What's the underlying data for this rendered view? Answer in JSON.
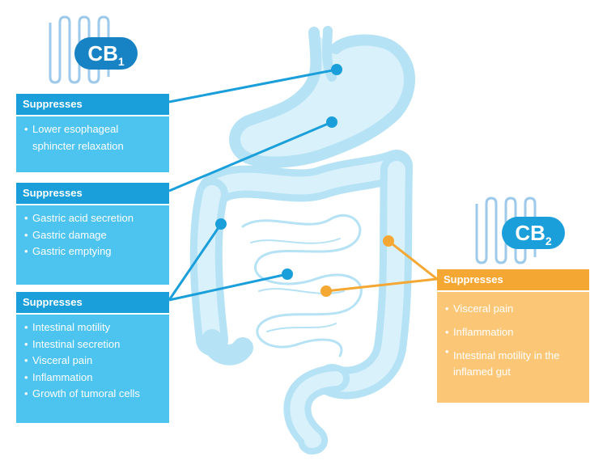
{
  "receptors": [
    {
      "name": "CB",
      "subscript": "1"
    },
    {
      "name": "CB",
      "subscript": "2"
    }
  ],
  "boxes": [
    {
      "header": "Suppresses",
      "items": [
        "Lower esophageal sphincter relaxation"
      ]
    },
    {
      "header": "Suppresses",
      "items": [
        "Gastric acid secretion",
        "Gastric damage",
        "Gastric emptying"
      ]
    },
    {
      "header": "Suppresses",
      "items": [
        "Intestinal motility",
        "Intestinal secretion",
        "Visceral pain",
        "Inflammation",
        "Growth of tumoral cells"
      ]
    },
    {
      "header": "Suppresses",
      "items": [
        "Visceral pain",
        "Inflammation",
        "Intestinal motility in the inflamed gut"
      ]
    }
  ],
  "colors": {
    "cb1_dark": "#1a9fdb",
    "cb1_light": "#4dc3f0",
    "cb2_dark": "#f5a733",
    "cb2_light": "#fbc777",
    "gut_outline": "#b5e2f4",
    "gut_fill": "#d9f1fb"
  }
}
